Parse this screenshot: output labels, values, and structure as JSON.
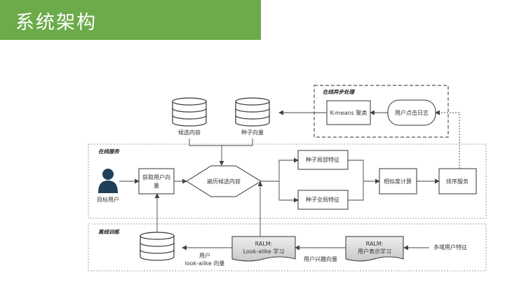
{
  "slide": {
    "title": "系统架构",
    "accent_color": "#6bab4a"
  },
  "sections": {
    "async": "在线异步处理",
    "online": "在线服务",
    "offline": "离线训练"
  },
  "nodes": {
    "candidate_db": "候选内容",
    "seed_db": "种子向量",
    "kmeans": "K-means 聚类",
    "click_log": "用户点击日志",
    "target_user": "目标用户",
    "get_user_vec_l1": "获取用户向",
    "get_user_vec_l2": "量",
    "traverse": "遍历候选内容",
    "seed_local": "种子局部特征",
    "seed_global": "种子全局特征",
    "similarity": "相似度计算",
    "ranking": "排序服务",
    "ralm_lookalike_l1": "RALM:",
    "ralm_lookalike_l2": "Look-alike 学习",
    "ralm_user_l1": "RALM:",
    "ralm_user_l2": "用户表示学习",
    "multi_feature": "多域用户特征",
    "user_interest": "用户兴趣向量",
    "lookalike_vec_l1": "用户",
    "lookalike_vec_l2": "look-alike 向量"
  },
  "icons": {
    "database": "database-icon",
    "user": "user-icon"
  }
}
